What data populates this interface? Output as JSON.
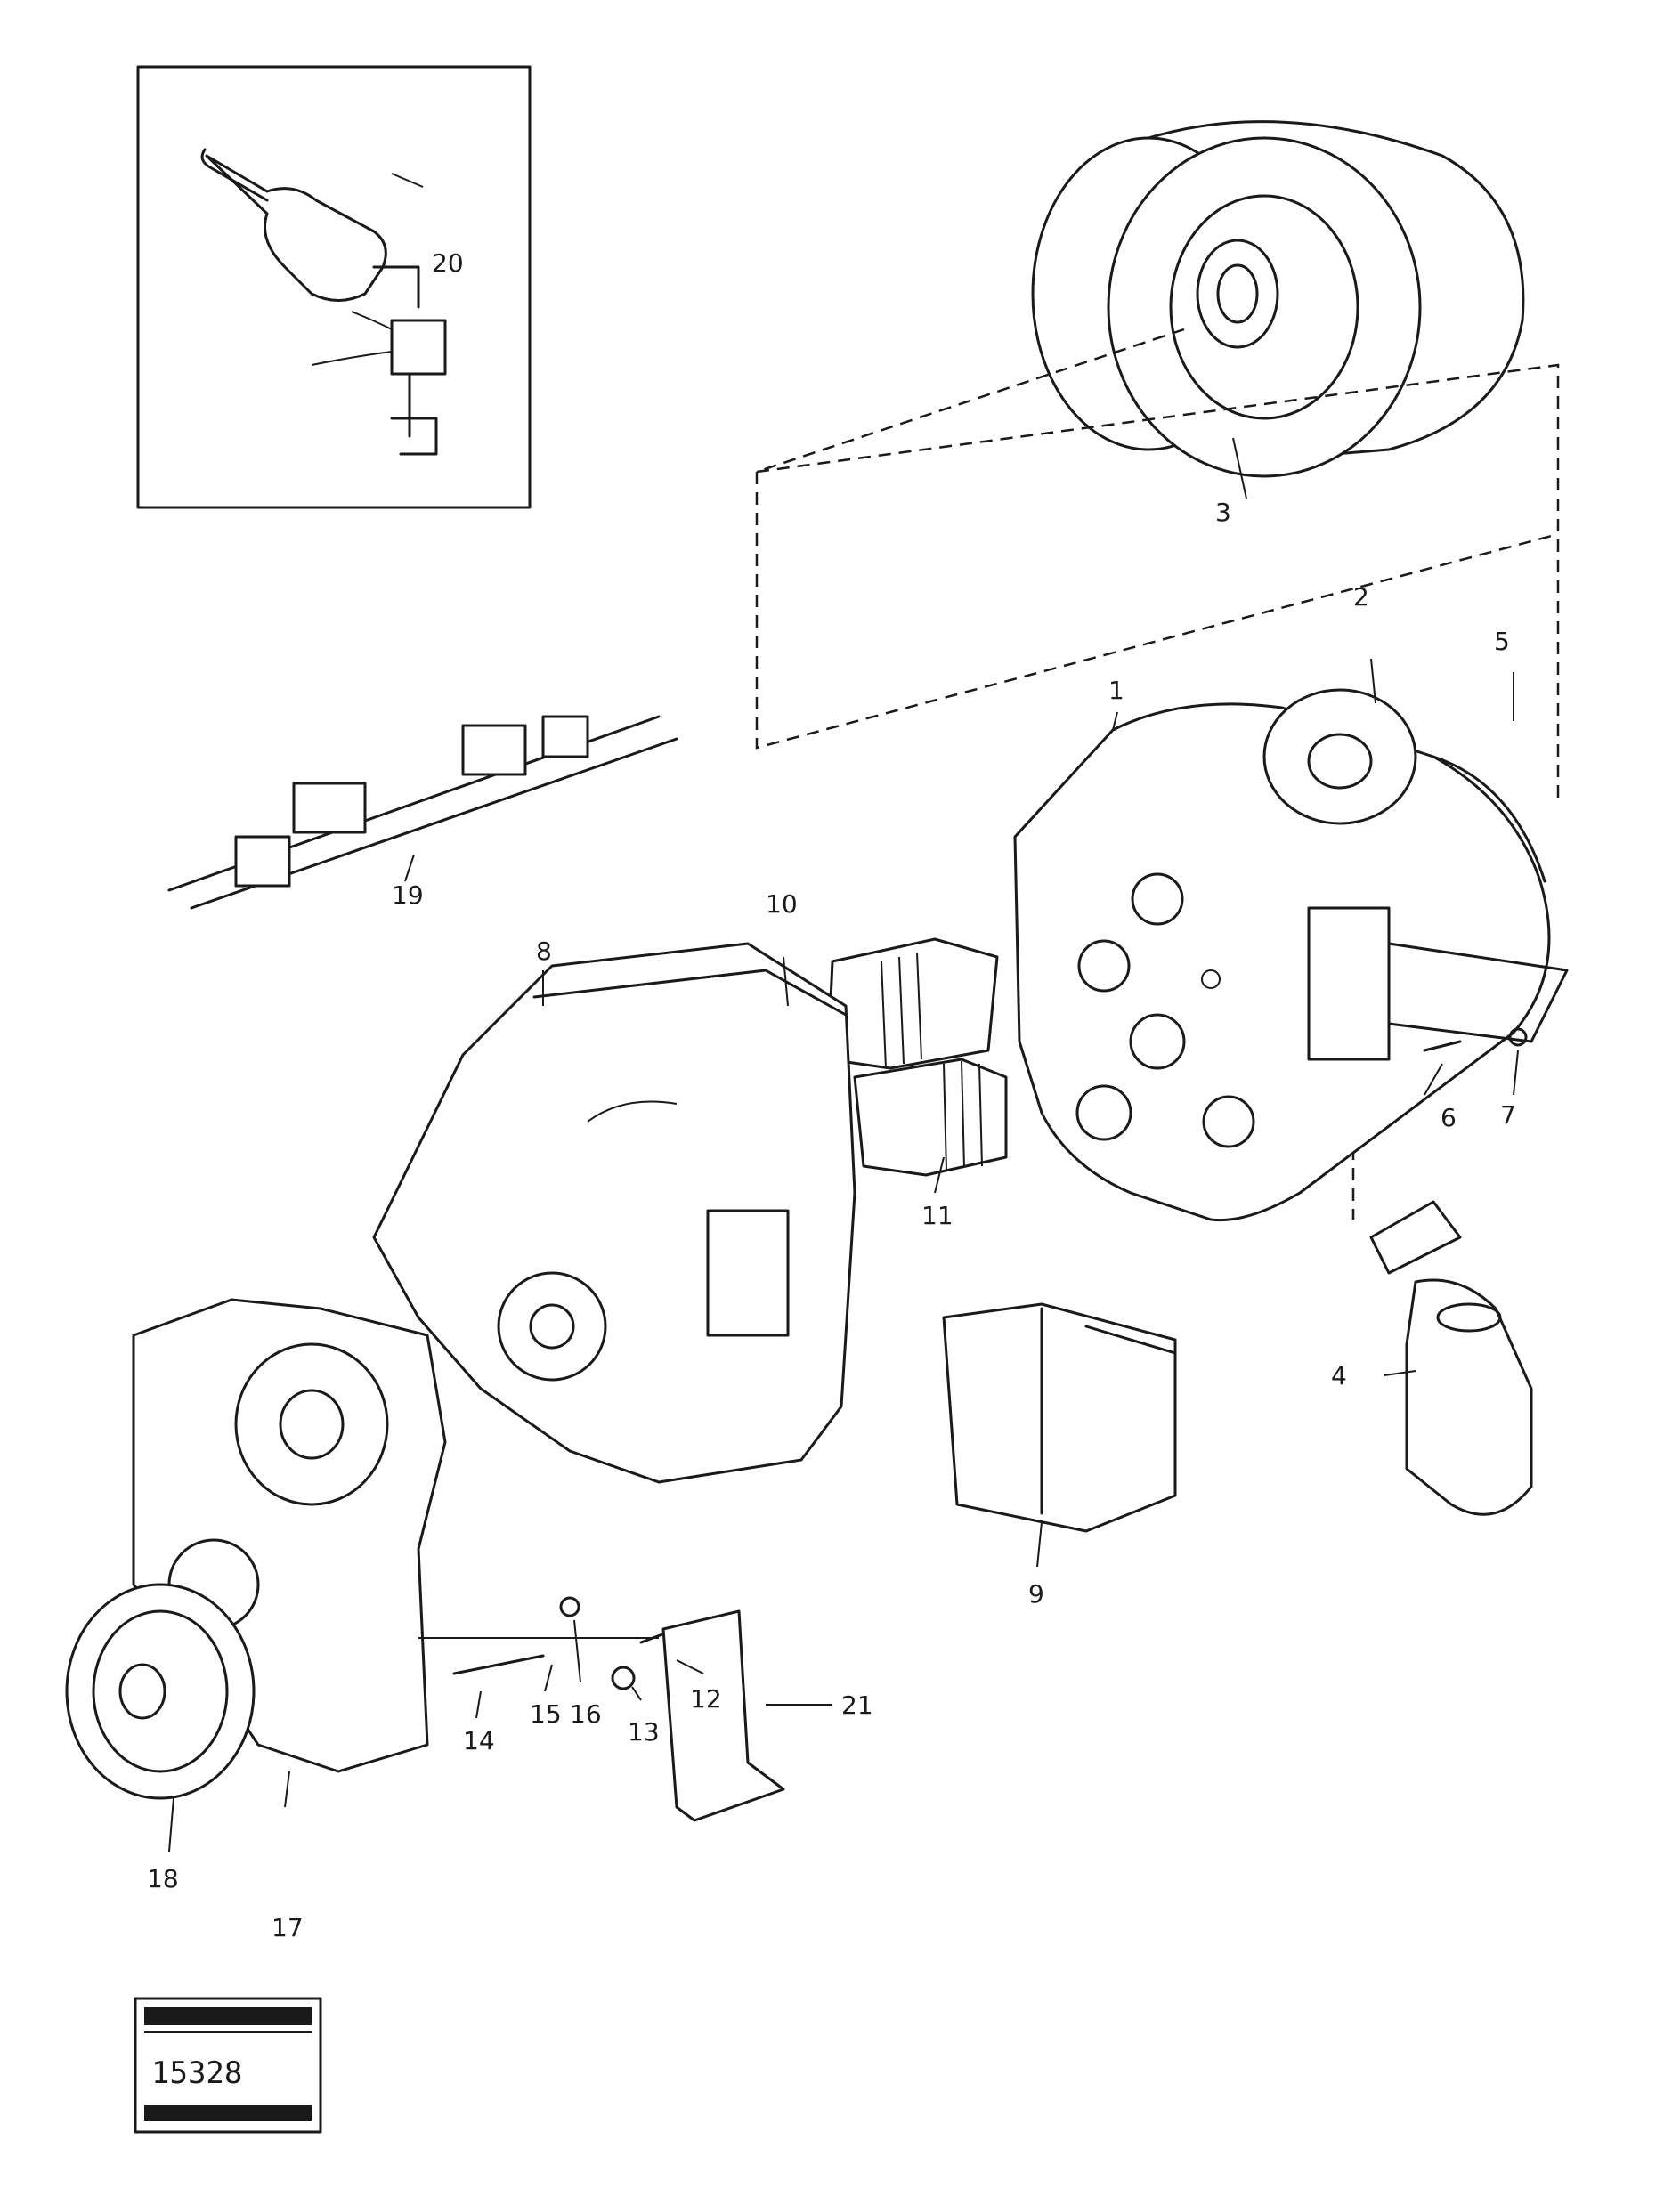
{
  "callouts": [
    {
      "id": "c1",
      "text": "1"
    },
    {
      "id": "c2",
      "text": "2"
    },
    {
      "id": "c3",
      "text": "3"
    },
    {
      "id": "c4",
      "text": "4"
    },
    {
      "id": "c5",
      "text": "5"
    },
    {
      "id": "c6",
      "text": "6"
    },
    {
      "id": "c7",
      "text": "7"
    },
    {
      "id": "c8",
      "text": "8"
    },
    {
      "id": "c9",
      "text": "9"
    },
    {
      "id": "c10",
      "text": "10"
    },
    {
      "id": "c11",
      "text": "11"
    },
    {
      "id": "c12",
      "text": "12"
    },
    {
      "id": "c13",
      "text": "13"
    },
    {
      "id": "c14",
      "text": "14"
    },
    {
      "id": "c15",
      "text": "15"
    },
    {
      "id": "c16",
      "text": "16"
    },
    {
      "id": "c17",
      "text": "17"
    },
    {
      "id": "c18",
      "text": "18"
    },
    {
      "id": "c19",
      "text": "19"
    },
    {
      "id": "c20",
      "text": "20"
    },
    {
      "id": "c21",
      "text": "21"
    }
  ],
  "stamp": {
    "number": "15328"
  }
}
